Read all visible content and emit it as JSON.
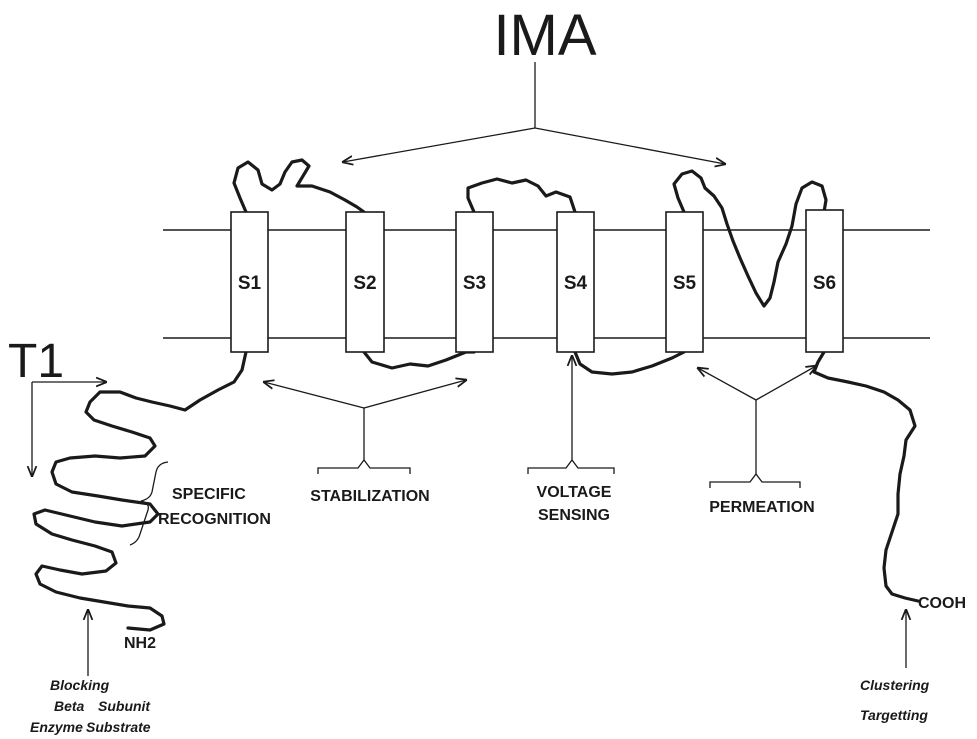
{
  "title": "IMA",
  "domain_label": "T1",
  "segments": [
    "S1",
    "S2",
    "S3",
    "S4",
    "S5",
    "S6"
  ],
  "functions": {
    "specific_recognition": [
      "SPECIFIC",
      "RECOGNITION"
    ],
    "stabilization": "STABILIZATION",
    "voltage_sensing": [
      "VOLTAGE",
      "SENSING"
    ],
    "permeation": "PERMEATION"
  },
  "termini": {
    "n_terminus": "NH2",
    "c_terminus": "COOH"
  },
  "n_terminal_roles": [
    "Blocking",
    "Beta",
    "Subunit",
    "Enzyme",
    "Substrate"
  ],
  "c_terminal_roles": [
    "Clustering",
    "Targetting"
  ]
}
